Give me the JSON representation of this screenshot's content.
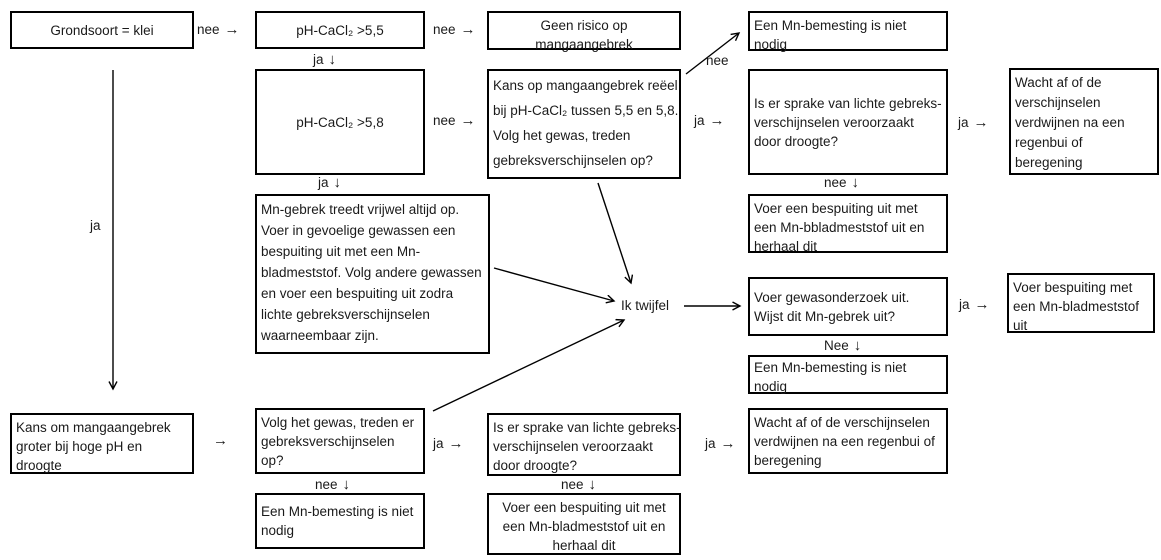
{
  "colors": {
    "background": "#ffffff",
    "border": "#000000",
    "text": "#1a1a1a"
  },
  "nodes": {
    "grondsoort": "Grondsoort = klei",
    "ph_55": "pH-CaCl₂ >5,5",
    "geen_risico": "Geen risico op\nmangaangebrek",
    "mn_niet_nodig_1": "Een Mn-bemesting is niet\nnodig",
    "ph_58": "pH-CaCl₂ >5,8",
    "kans_reeel": "Kans op mangaangebrek reëel\nbij pH-CaCl₂ tussen 5,5 en 5,8.\nVolg het gewas, treden\ngebreksverschijnselen op?",
    "lichte_gebreks_1": "Is er sprake van lichte gebreks-\nverschijnselen veroorzaakt\ndoor droogte?",
    "wacht_af_1": "Wacht af of de\nverschijnselen\nverdwijnen na een\nregenbui of\nberegening",
    "mn_gebrek_altijd": "Mn-gebrek treedt vrijwel altijd op.\nVoer in gevoelige gewassen een\nbespuiting uit met een Mn-\nbladmeststof. Volg andere gewassen\nen voer een bespuiting uit zodra\nlichte gebreksverschijnselen\nwaarneembaar zijn.",
    "bespuiting_herhaal_1": "Voer een bespuiting uit met\neen Mn-bbladmeststof uit en\nherhaal dit",
    "ik_twijfel": "Ik twijfel",
    "gewasonderzoek": "Voer gewasonderzoek uit.\nWijst dit Mn-gebrek uit?",
    "bespuiting_blad": "Voer bespuiting met\neen Mn-bladmeststof\nuit",
    "mn_niet_nodig_2": "Een Mn-bemesting is niet\nnodig",
    "kans_groter": "Kans om mangaangebrek\ngroter bij hoge pH en\ndroogte",
    "volg_gewas": "Volg het gewas, treden er\ngebreksverschijnselen\nop?",
    "lichte_gebreks_2": "Is er sprake van lichte gebreks-\nverschijnselen veroorzaakt\ndoor droogte?",
    "wacht_af_2": "Wacht af of de verschijnselen\nverdwijnen na een regenbui of\nberegening",
    "mn_niet_nodig_3": "Een Mn-bemesting is niet\nnodig",
    "bespuiting_herhaal_2": "Voer een bespuiting uit met\neen Mn-bladmeststof uit en\nherhaal dit"
  },
  "edge_labels": {
    "ja": "ja",
    "nee": "nee",
    "nee_cap": "Nee"
  },
  "icons": {
    "arrow_right": "→",
    "arrow_down": "↓"
  }
}
